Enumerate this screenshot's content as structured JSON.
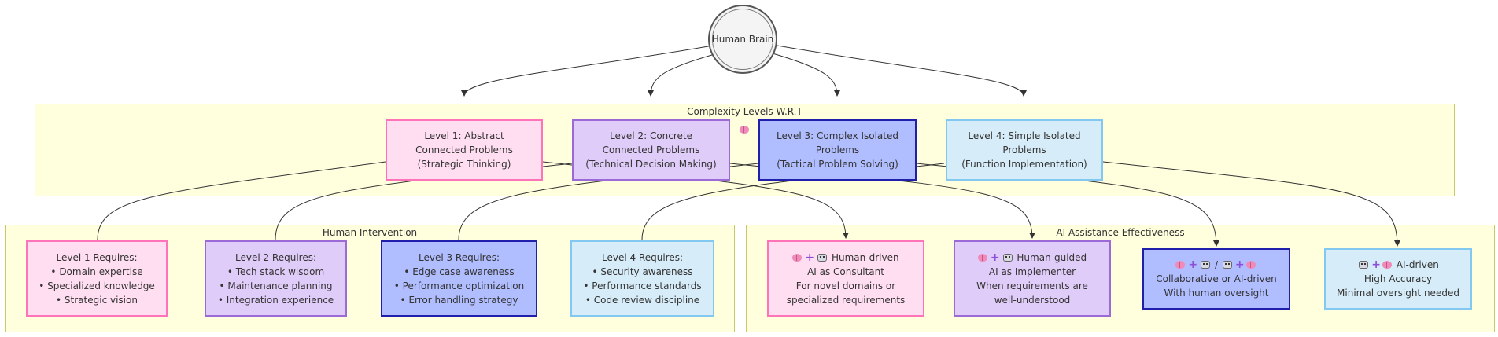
{
  "root": {
    "label": "Human Brain"
  },
  "clusters": {
    "complexity": {
      "title": "Complexity Levels W.R.T"
    },
    "intervention": {
      "title": "Human Intervention"
    },
    "ai": {
      "title": "AI Assistance Effectiveness"
    }
  },
  "levels": [
    {
      "lines": [
        "Level 1: Abstract",
        "Connected Problems",
        "(Strategic Thinking)"
      ]
    },
    {
      "lines": [
        "Level 2: Concrete",
        "Connected Problems",
        "(Technical Decision Making)"
      ]
    },
    {
      "lines": [
        "Level 3: Complex Isolated",
        "Problems",
        "(Tactical Problem Solving)"
      ]
    },
    {
      "lines": [
        "Level 4: Simple Isolated",
        "Problems",
        "(Function Implementation)"
      ]
    }
  ],
  "requirements": [
    {
      "lines": [
        "Level 1 Requires:",
        "• Domain expertise",
        "• Specialized knowledge",
        "• Strategic vision"
      ]
    },
    {
      "lines": [
        "Level 2 Requires:",
        "• Tech stack wisdom",
        "• Maintenance planning",
        "• Integration experience"
      ]
    },
    {
      "lines": [
        "Level 3 Requires:",
        "• Edge case awareness",
        "• Performance optimization",
        "• Error handling strategy"
      ]
    },
    {
      "lines": [
        "Level 4 Requires:",
        "• Security awareness",
        "• Performance standards",
        "• Code review discipline"
      ]
    }
  ],
  "ai_modes": [
    {
      "heading": "Human-driven",
      "lines": [
        "AI as Consultant",
        "For novel domains or",
        "specialized requirements"
      ]
    },
    {
      "heading": "Human-guided",
      "lines": [
        "AI as Implementer",
        "When requirements are",
        "well-understood"
      ]
    },
    {
      "heading": "/",
      "lines": [
        "Collaborative or AI-driven",
        "With human oversight"
      ]
    },
    {
      "heading": "AI-driven",
      "lines": [
        "High Accuracy",
        "Minimal oversight needed"
      ]
    }
  ],
  "icons": {
    "brain": "brain-emoji",
    "robot": "robot-emoji",
    "plus": "plus-emoji"
  },
  "colors": {
    "level1_fill": "#ffdef2",
    "level1_stroke": "#ff73b8",
    "level2_fill": "#e0ccf8",
    "level2_stroke": "#9b6ad6",
    "level3_fill": "#b0bdff",
    "level3_stroke": "#1f1fab",
    "level4_fill": "#d6ecf8",
    "level4_stroke": "#82c8f0",
    "cluster_fill": "#ffffde"
  }
}
